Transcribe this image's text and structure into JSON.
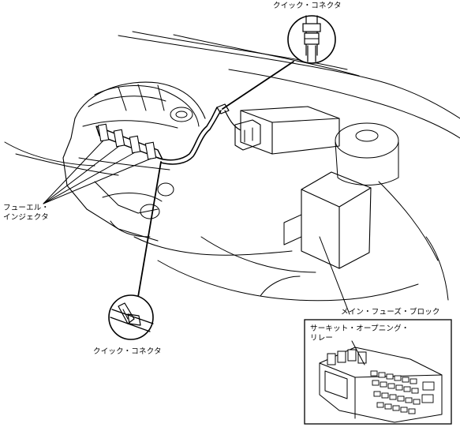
{
  "labels": {
    "quick_connector_top": "クイック・コネクタ",
    "fuel_injector_line1": "フューエル・",
    "fuel_injector_line2": "インジェクタ",
    "quick_connector_bottom": "クイック・コネクタ",
    "main_fuse_block": "メイン・フューズ・ブロック",
    "circuit_opening_relay_line1": "サーキット・オープニング・",
    "circuit_opening_relay_line2": "リレー"
  }
}
